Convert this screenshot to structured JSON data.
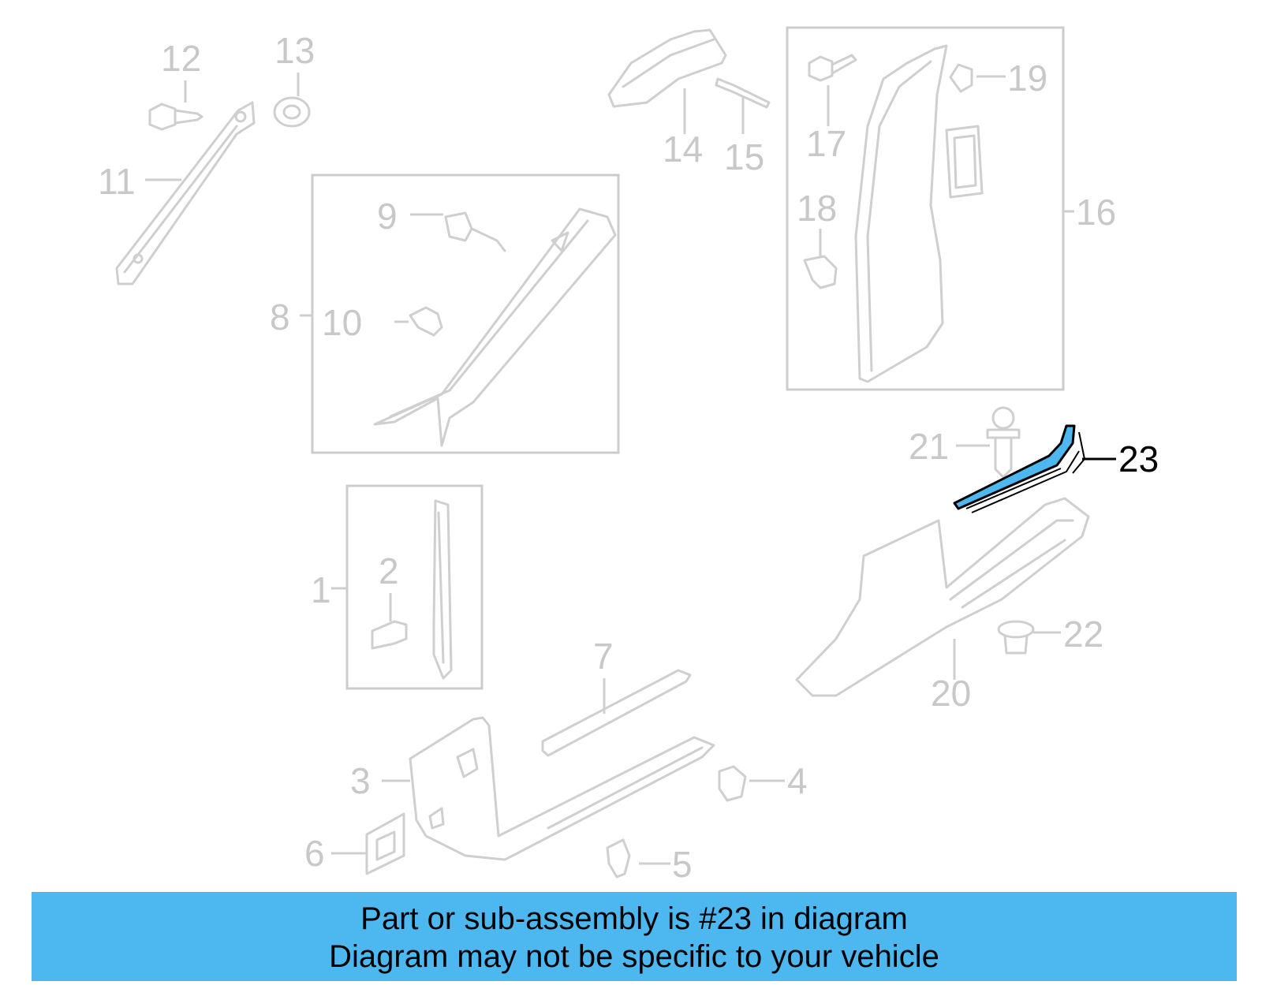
{
  "diagram": {
    "highlight_color": "#4db8f0",
    "parts": [
      {
        "number": "1",
        "name": "pillar-trim-panel"
      },
      {
        "number": "2",
        "name": "clip"
      },
      {
        "number": "3",
        "name": "front-scuff-plate"
      },
      {
        "number": "4",
        "name": "clip"
      },
      {
        "number": "5",
        "name": "clip"
      },
      {
        "number": "6",
        "name": "clip"
      },
      {
        "number": "7",
        "name": "sill-trim"
      },
      {
        "number": "8",
        "name": "windshield-pillar-trim-assembly"
      },
      {
        "number": "9",
        "name": "clip"
      },
      {
        "number": "10",
        "name": "clip"
      },
      {
        "number": "11",
        "name": "pillar-molding"
      },
      {
        "number": "12",
        "name": "screw"
      },
      {
        "number": "13",
        "name": "nut"
      },
      {
        "number": "14",
        "name": "bracket"
      },
      {
        "number": "15",
        "name": "clip"
      },
      {
        "number": "16",
        "name": "center-pillar-trim-assembly"
      },
      {
        "number": "17",
        "name": "screw"
      },
      {
        "number": "18",
        "name": "clip"
      },
      {
        "number": "19",
        "name": "clip"
      },
      {
        "number": "20",
        "name": "rear-scuff-plate"
      },
      {
        "number": "21",
        "name": "bolt"
      },
      {
        "number": "22",
        "name": "clip"
      },
      {
        "number": "23",
        "name": "highlighted-sill-trim"
      }
    ]
  },
  "banner": {
    "line1": "Part or sub-assembly is #23 in diagram",
    "line2": "Diagram may not be specific to your vehicle"
  }
}
